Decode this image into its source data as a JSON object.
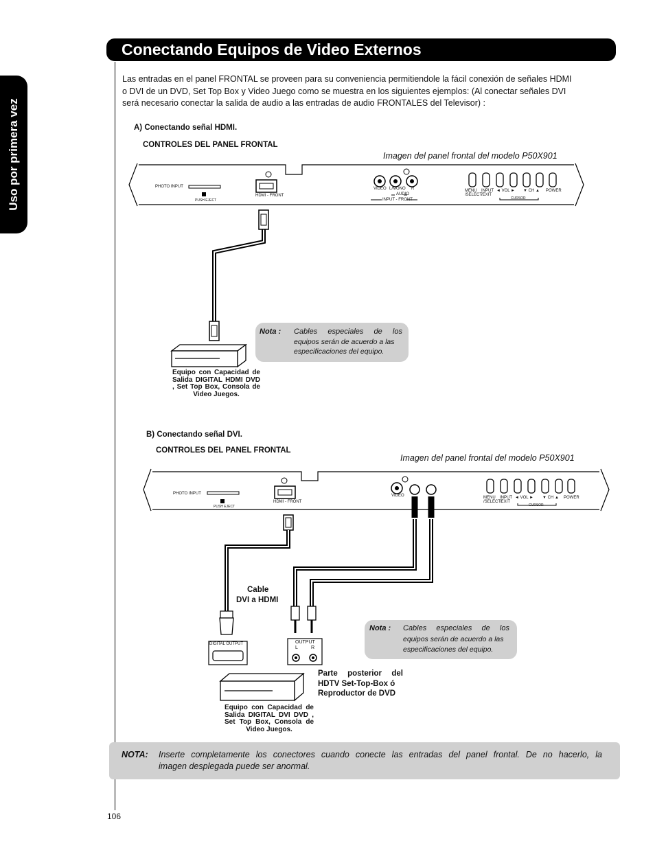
{
  "side_tab": "Uso por primera vez",
  "title": "Conectando Equipos de Video Externos",
  "intro": {
    "line1": "Las entradas en el panel FRONTAL se proveen para su conveniencia permitiendole la fácil conexión de señales HDMI",
    "line2": "o DVI de un DVD, Set Top Box y Video Juego como se muestra en los siguientes ejemplos: (Al conectar señales DVI",
    "line3": "será necesario conectar la salida de audio a las entradas de audio FRONTALES del Televisor) :"
  },
  "panel_labels": {
    "photo_input": "PHOTO INPUT",
    "push_eject": "PUSH EJECT",
    "hdmi_front": "HDMI - FRONT",
    "video": "VIDEO",
    "l_mono": "L/MONO",
    "r": "R",
    "audio": "AUDIO",
    "input_front": "INPUT - FRONT",
    "menu_select": "MENU /SELECT",
    "input_exit": "INPUT /EXIT",
    "vol": "◄ VOL ►",
    "ch": "▼ CH ▲",
    "power": "POWER",
    "cursor": "CURSOR"
  },
  "section_a": {
    "heading": "A) Conectando señal HDMI.",
    "controls": "CONTROLES DEL PANEL  FRONTAL",
    "panel_caption": "Imagen del panel frontal del modelo P50X901",
    "note_label": "Nota :",
    "note_line1": "Cables especiales de los",
    "note_line2": "equipos serán de acuerdo a las",
    "note_line3": "especificaciones del equipo.",
    "equipment_label": "Equipo con Capacidad de Salida DIGITAL HDMI DVD , Set Top Box, Consola de Video Juegos."
  },
  "section_b": {
    "heading": "B) Conectando señal DVI.",
    "controls": "CONTROLES DEL PANEL  FRONTAL",
    "panel_caption": "Imagen del panel frontal del modelo P50X901",
    "cable_label_1": "Cable",
    "cable_label_2": "DVI a HDMI",
    "digital_output": "DIGITAL OUTPUT",
    "output": "OUTPUT",
    "out_l": "L",
    "out_r": "R",
    "rear_1": "Parte posterior del",
    "rear_2": "HDTV Set-Top-Box ó",
    "rear_3": "Reproductor de DVD",
    "note_label": "Nota :",
    "note_line1": "Cables especiales de los",
    "note_line2": "equipos serán de acuerdo a las",
    "note_line3": "especificaciones del equipo.",
    "equipment_label": "Equipo con Capacidad de Salida DIGITAL DVI DVD , Set Top Box, Consola de Video Juegos."
  },
  "bottom_note": {
    "label": "NOTA:",
    "line1": "Inserte completamente los conectores cuando conecte las entradas del panel frontal. De no hacerlo, la",
    "line2": "imagen desplegada puede ser anormal."
  },
  "page_number": "106"
}
